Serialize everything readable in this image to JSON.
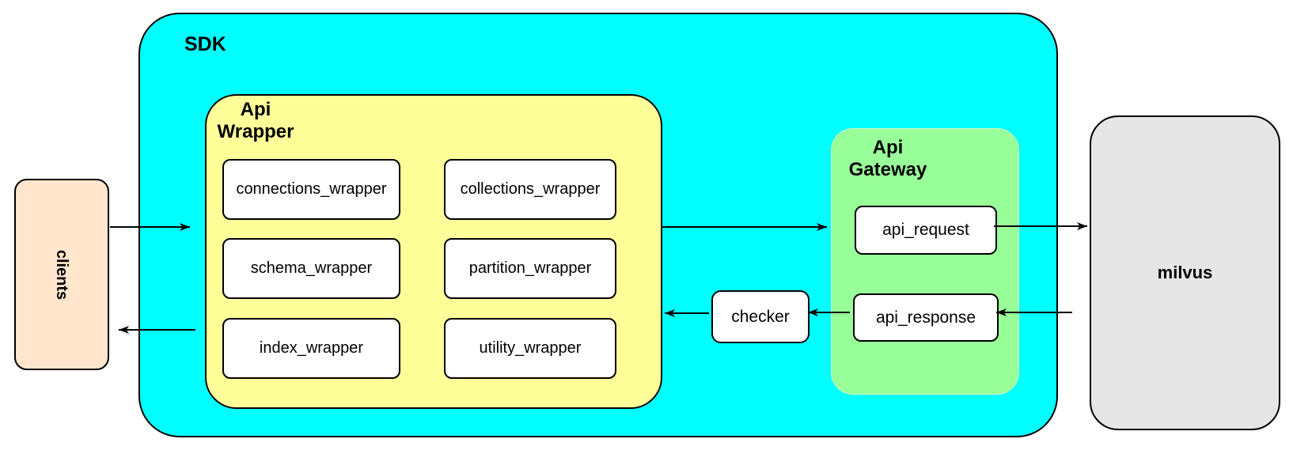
{
  "colors": {
    "sdk_fill": "#00ffff",
    "wrapper_fill": "#ffff99",
    "gateway_fill": "#99ff99",
    "clients_fill": "#ffe6cc",
    "milvus_fill": "#e6e6e6",
    "box_fill": "#ffffff",
    "stroke": "#000000"
  },
  "nodes": {
    "clients": {
      "label": "clients"
    },
    "sdk": {
      "label": "SDK"
    },
    "api_wrapper": {
      "label": [
        "Api",
        "Wrapper"
      ],
      "boxes": [
        "connections_wrapper",
        "collections_wrapper",
        "schema_wrapper",
        "partition_wrapper",
        "index_wrapper",
        "utility_wrapper"
      ]
    },
    "checker": {
      "label": "checker"
    },
    "api_gateway": {
      "label": [
        "Api",
        "Gateway"
      ],
      "boxes": [
        "api_request",
        "api_response"
      ]
    },
    "milvus": {
      "label": "milvus"
    }
  }
}
